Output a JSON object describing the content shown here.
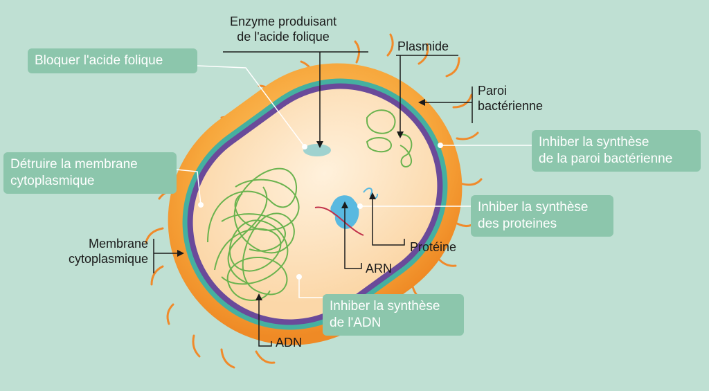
{
  "labels": {
    "enzyme": [
      "Enzyme produisant",
      "de l'acide folique"
    ],
    "plasmide": "Plasmide",
    "paroi": [
      "Paroi",
      "bactérienne"
    ],
    "membrane": [
      "Membrane",
      "cytoplasmique"
    ],
    "proteine": "Protéine",
    "arn": "ARN",
    "adn": "ADN"
  },
  "targets": {
    "folique": [
      "Bloquer l'acide folique"
    ],
    "membrane": [
      "Détruire la membrane",
      "cytoplasmique"
    ],
    "paroi": [
      "Inhiber la synthèse",
      "de la paroi bactérienne"
    ],
    "proteines": [
      "Inhiber la synthèse",
      "des proteines"
    ],
    "adn": [
      "Inhiber la synthèse",
      "de l'ADN"
    ]
  },
  "colors": {
    "background": "#bfe0d3",
    "callout_box": "#8cc6ac",
    "capsule": "#f7a73c",
    "cell_wall": "#45b0a0",
    "membrane": "#6a4a9a",
    "cytoplasm": "#fde2bd",
    "dna": "#6ab34e",
    "ribosome": "#59b9e0",
    "pili": "#f08a2a"
  }
}
